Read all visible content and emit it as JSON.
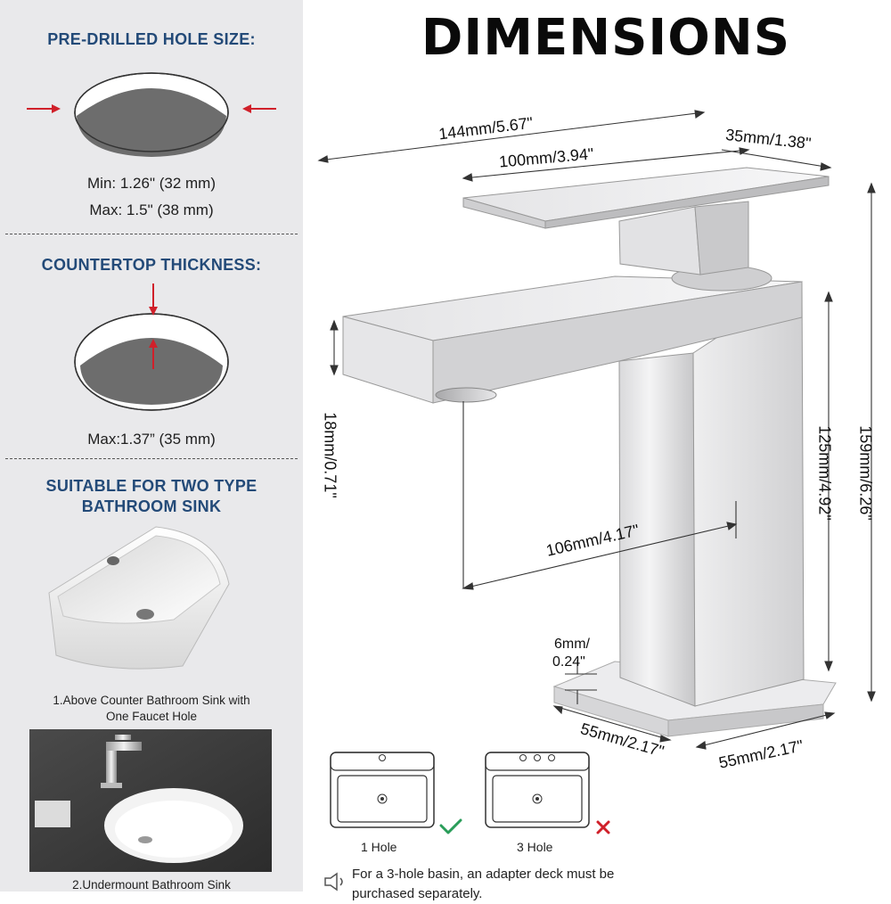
{
  "left": {
    "hole_heading": "PRE-DRILLED HOLE SIZE:",
    "hole_min": "Min: 1.26\" (32 mm)",
    "hole_max": "Max: 1.5\" (38 mm)",
    "thickness_heading": "COUNTERTOP THICKNESS:",
    "thickness_max": "Max:1.37” (35 mm)",
    "sink_heading_line1": "SUITABLE FOR TWO TYPE",
    "sink_heading_line2": "BATHROOM SINK",
    "sink1_caption_line1": "1.Above Counter Bathroom Sink with",
    "sink1_caption_line2": "One Faucet Hole",
    "sink2_caption": "2.Undermount Bathroom Sink"
  },
  "title": "DIMENSIONS",
  "dimensions": {
    "overall_length": "144mm/5.67\"",
    "handle_length": "100mm/3.94\"",
    "handle_width": "35mm/1.38\"",
    "overall_height": "159mm/6.26\"",
    "body_height": "125mm/4.92\"",
    "spout_thickness": "18mm/0.71\"",
    "spout_reach": "106mm/4.17\"",
    "base_thickness_line1": "6mm/",
    "base_thickness_line2": "0.24\"",
    "base_depth": "55mm/2.17\"",
    "base_width": "55mm/2.17\""
  },
  "legend": {
    "one_hole": "1 Hole",
    "three_hole": "3 Hole",
    "note": "For a 3-hole basin, an adapter deck must be purchased separately."
  },
  "colors": {
    "heading_blue": "#234a78",
    "arrow_red": "#d0202a",
    "check_green": "#2a9d5a",
    "cross_red": "#d0202a"
  },
  "icons": [
    "arrow-right-icon",
    "arrow-left-icon",
    "arrow-down-icon",
    "arrow-up-icon",
    "check-icon",
    "cross-icon",
    "speaker-icon"
  ]
}
